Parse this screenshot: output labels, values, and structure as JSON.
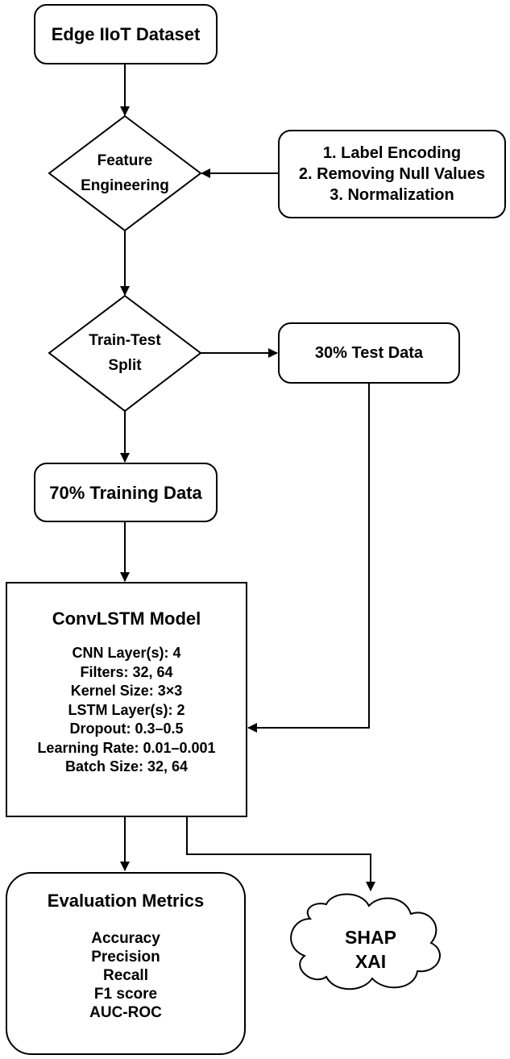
{
  "nodes": {
    "dataset": {
      "label": "Edge IIoT Dataset"
    },
    "feature_engineering": {
      "lines": [
        "Feature",
        "Engineering"
      ]
    },
    "preprocessing": {
      "lines": [
        "1. Label Encoding",
        "2. Removing Null Values",
        "3. Normalization"
      ]
    },
    "train_test_split": {
      "lines": [
        "Train-Test",
        "Split"
      ]
    },
    "test_data": {
      "label": "30% Test Data"
    },
    "training_data": {
      "label": "70% Training Data"
    },
    "model": {
      "title": "ConvLSTM Model",
      "params": [
        "CNN Layer(s): 4",
        "Filters: 32, 64",
        "Kernel Size: 3×3",
        "LSTM Layer(s): 2",
        "Dropout: 0.3–0.5",
        "Learning Rate: 0.01–0.001",
        "Batch Size: 32, 64"
      ]
    },
    "evaluation": {
      "title": "Evaluation Metrics",
      "metrics": [
        "Accuracy",
        "Precision",
        "Recall",
        "F1 score",
        "AUC-ROC"
      ]
    },
    "xai": {
      "lines": [
        "SHAP",
        "XAI"
      ]
    }
  },
  "edges": [
    {
      "from": "dataset",
      "to": "feature_engineering"
    },
    {
      "from": "preprocessing",
      "to": "feature_engineering"
    },
    {
      "from": "feature_engineering",
      "to": "train_test_split"
    },
    {
      "from": "train_test_split",
      "to": "test_data"
    },
    {
      "from": "train_test_split",
      "to": "training_data"
    },
    {
      "from": "training_data",
      "to": "model"
    },
    {
      "from": "test_data",
      "to": "model"
    },
    {
      "from": "model",
      "to": "evaluation"
    },
    {
      "from": "model",
      "to": "xai"
    }
  ]
}
